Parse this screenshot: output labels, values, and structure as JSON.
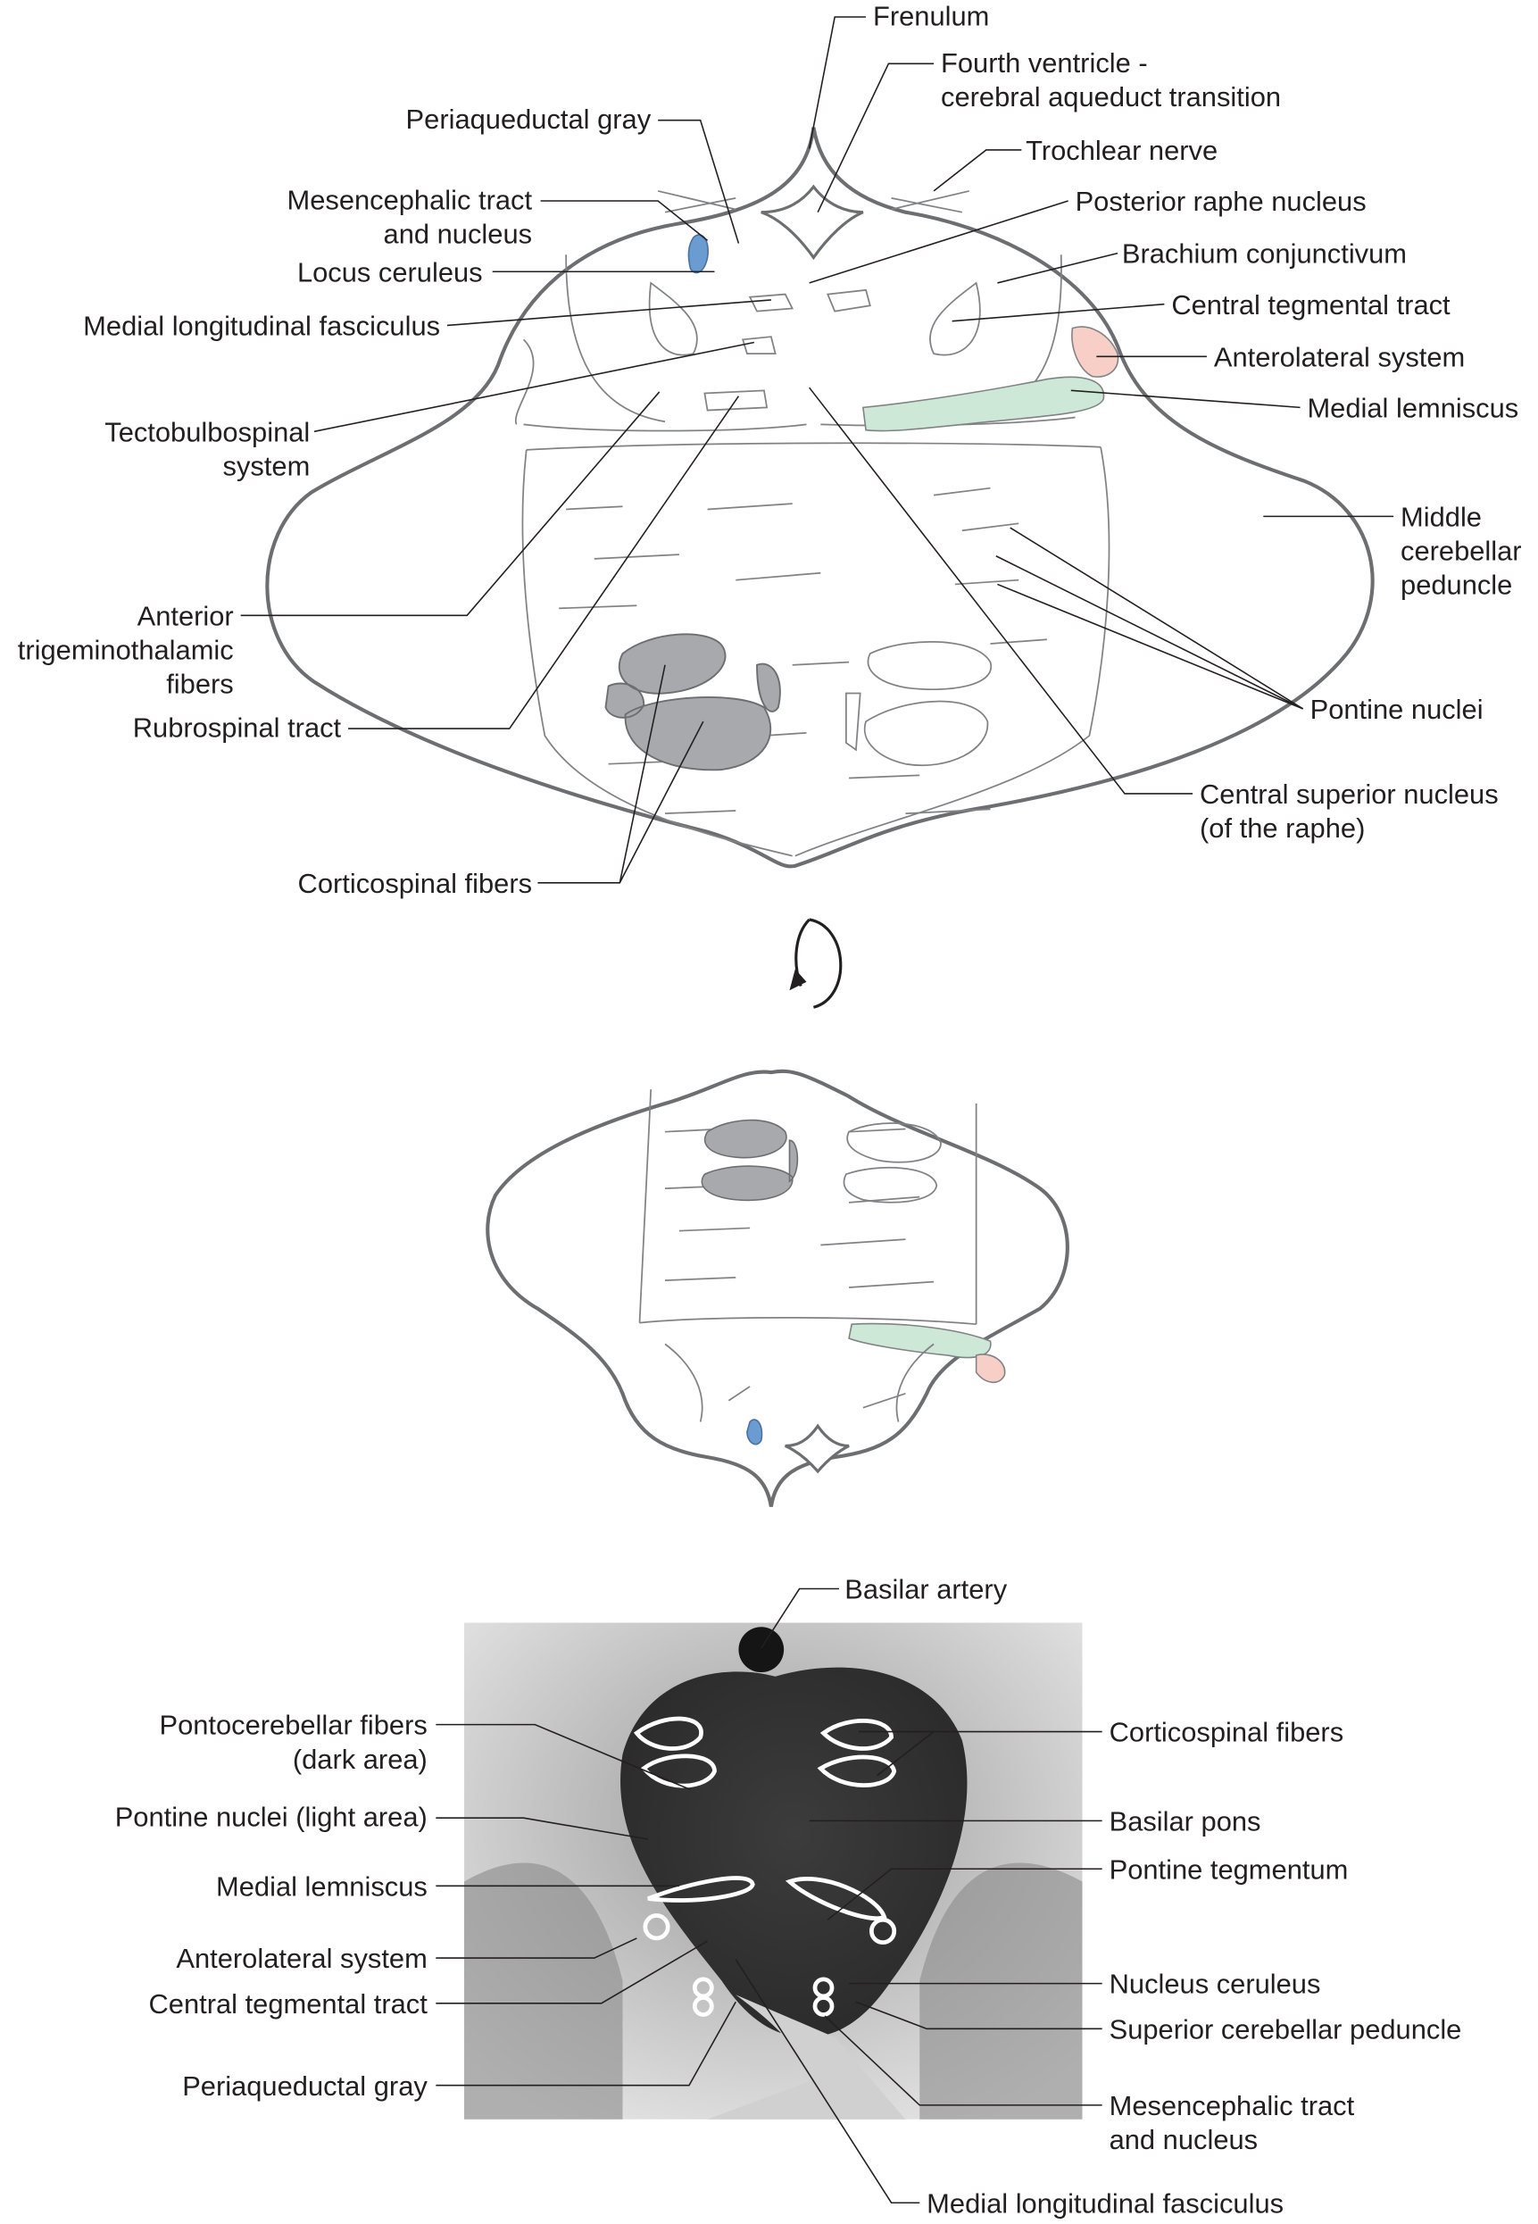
{
  "colors": {
    "locus_ceruleus": "#6a9bd1",
    "anterolateral": "#f7cfc6",
    "medial_lemniscus": "#cde8d7",
    "corticospinal": "#a7a9ac",
    "outline": "#6d6e71"
  },
  "top_labels": [
    {
      "lines": [
        "Frenulum"
      ]
    },
    {
      "lines": [
        "Fourth ventricle -",
        "cerebral aqueduct transition"
      ]
    },
    {
      "lines": [
        "Periaqueductal gray"
      ]
    },
    {
      "lines": [
        "Mesencephalic tract",
        "and nucleus"
      ]
    },
    {
      "lines": [
        "Locus ceruleus"
      ]
    },
    {
      "lines": [
        "Medial longitudinal fasciculus"
      ]
    },
    {
      "lines": [
        "Tectobulbospinal",
        "system"
      ]
    },
    {
      "lines": [
        "Anterior",
        "trigeminothalamic",
        "fibers"
      ]
    },
    {
      "lines": [
        "Rubrospinal tract"
      ]
    },
    {
      "lines": [
        "Corticospinal fibers"
      ]
    },
    {
      "lines": [
        "Trochlear nerve"
      ]
    },
    {
      "lines": [
        "Posterior raphe nucleus"
      ]
    },
    {
      "lines": [
        "Brachium conjunctivum"
      ]
    },
    {
      "lines": [
        "Central tegmental tract"
      ]
    },
    {
      "lines": [
        "Anterolateral system"
      ]
    },
    {
      "lines": [
        "Medial lemniscus"
      ]
    },
    {
      "lines": [
        "Middle",
        "cerebellar",
        "peduncle"
      ]
    },
    {
      "lines": [
        "Pontine nuclei"
      ]
    },
    {
      "lines": [
        "Central superior nucleus",
        "(of the raphe)"
      ]
    }
  ],
  "bottom_labels": [
    {
      "lines": [
        "Basilar artery"
      ]
    },
    {
      "lines": [
        "Pontocerebellar fibers",
        "(dark area)"
      ]
    },
    {
      "lines": [
        "Pontine nuclei (light area)"
      ]
    },
    {
      "lines": [
        "Medial lemniscus"
      ]
    },
    {
      "lines": [
        "Anterolateral system"
      ]
    },
    {
      "lines": [
        "Central tegmental tract"
      ]
    },
    {
      "lines": [
        "Periaqueductal gray"
      ]
    },
    {
      "lines": [
        "Corticospinal fibers"
      ]
    },
    {
      "lines": [
        "Basilar pons"
      ]
    },
    {
      "lines": [
        "Pontine tegmentum"
      ]
    },
    {
      "lines": [
        "Nucleus ceruleus"
      ]
    },
    {
      "lines": [
        "Superior cerebellar peduncle"
      ]
    },
    {
      "lines": [
        "Mesencephalic tract",
        "and nucleus"
      ]
    },
    {
      "lines": [
        "Medial longitudinal fasciculus"
      ]
    }
  ]
}
